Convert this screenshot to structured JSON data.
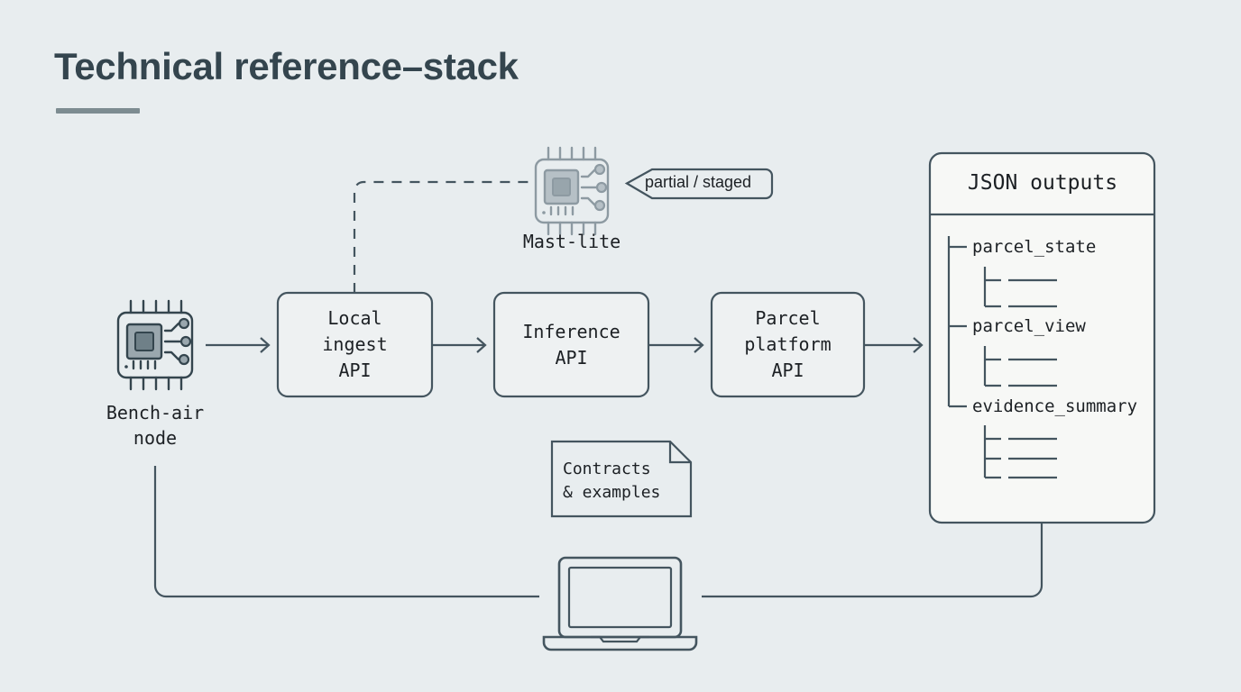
{
  "page": {
    "title": "Technical reference–stack",
    "background_color": "#e8edef",
    "ink_color": "#34454e",
    "rule_color": "#7d8c91"
  },
  "nodes": {
    "bench_air": {
      "label": "Bench-air\nnode",
      "icon": "cpu-chip-icon"
    },
    "mast_lite": {
      "label": "Mast-lite",
      "icon": "cpu-chip-icon"
    },
    "local_ingest": {
      "label": "Local\ningest\nAPI"
    },
    "inference": {
      "label": "Inference\nAPI"
    },
    "parcel_platform": {
      "label": "Parcel\nplatform\nAPI"
    },
    "contracts_note": {
      "label": "Contracts\n& examples",
      "icon": "document-icon"
    },
    "laptop": {
      "icon": "laptop-icon"
    }
  },
  "banner": {
    "label": "partial / staged"
  },
  "json_panel": {
    "title": "JSON outputs",
    "tree": [
      {
        "label": "parcel_state",
        "connector": "branch",
        "children": 2
      },
      {
        "label": "parcel_view",
        "connector": "branch",
        "children": 2
      },
      {
        "label": "evidence_summary",
        "connector": "last",
        "children": 3
      }
    ]
  },
  "flow": {
    "edges": [
      {
        "from": "bench_air",
        "to": "local_ingest",
        "style": "solid-arrow"
      },
      {
        "from": "local_ingest",
        "to": "inference",
        "style": "solid-arrow"
      },
      {
        "from": "inference",
        "to": "parcel_platform",
        "style": "solid-arrow"
      },
      {
        "from": "parcel_platform",
        "to": "json_panel",
        "style": "solid-arrow"
      },
      {
        "from": "local_ingest",
        "to": "mast_lite",
        "style": "dashed"
      },
      {
        "from": "bench_air",
        "to": "laptop",
        "style": "solid-elbow"
      },
      {
        "from": "json_panel",
        "to": "laptop",
        "style": "solid-elbow"
      }
    ]
  }
}
